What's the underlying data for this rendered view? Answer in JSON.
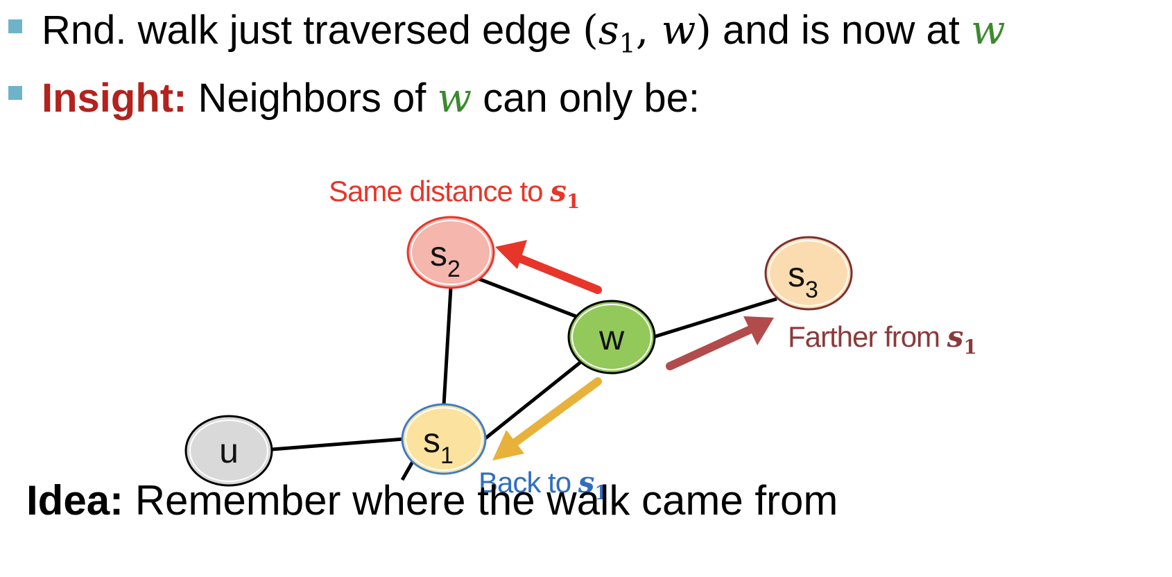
{
  "bullets": [
    {
      "text_before": "Rnd. walk just traversed edge ",
      "math_open": "(",
      "math_s": "s",
      "math_sub": "1",
      "math_comma": ", ",
      "math_w": "w",
      "math_close": ")",
      "text_after": " and is now at ",
      "math_end": "w"
    },
    {
      "label": "Insight:",
      "text_before": " Neighbors of ",
      "math_w": "w",
      "text_after": " can only be:"
    }
  ],
  "idea": {
    "label": "Idea:",
    "text": " Remember where the walk came from"
  },
  "nodes": {
    "u": {
      "name": "u",
      "sub": ""
    },
    "s1": {
      "name": "s",
      "sub": "1"
    },
    "s2": {
      "name": "s",
      "sub": "2"
    },
    "s3": {
      "name": "s",
      "sub": "3"
    },
    "w": {
      "name": "w",
      "sub": ""
    }
  },
  "annotations": {
    "same_distance": {
      "text": "Same distance to ",
      "math": "s",
      "sub": "1"
    },
    "farther": {
      "text": "Farther from ",
      "math": "s",
      "sub": "1"
    },
    "back": {
      "text": "Back to ",
      "math": "s",
      "sub": "1"
    }
  },
  "colors": {
    "bullet": "#6fb3cb",
    "insight": "#b3221d",
    "math_green": "#3b8a2e",
    "node_u_fill": "#d9d9d9",
    "node_s1_fill": "#fbe29f",
    "node_s1_ring": "#3d7cc9",
    "node_s2_fill": "#f4b6ad",
    "node_s2_ring": "#e8352a",
    "node_s3_fill": "#fbdcb0",
    "node_s3_ring": "#7a3030",
    "node_w_fill": "#92c95a",
    "arrow_same": "#e8352a",
    "arrow_farther": "#b24b4b",
    "arrow_back": "#e8b13a",
    "text_same": "#e8352a",
    "text_farther": "#8b3a3a",
    "text_back": "#2f6fbe"
  }
}
